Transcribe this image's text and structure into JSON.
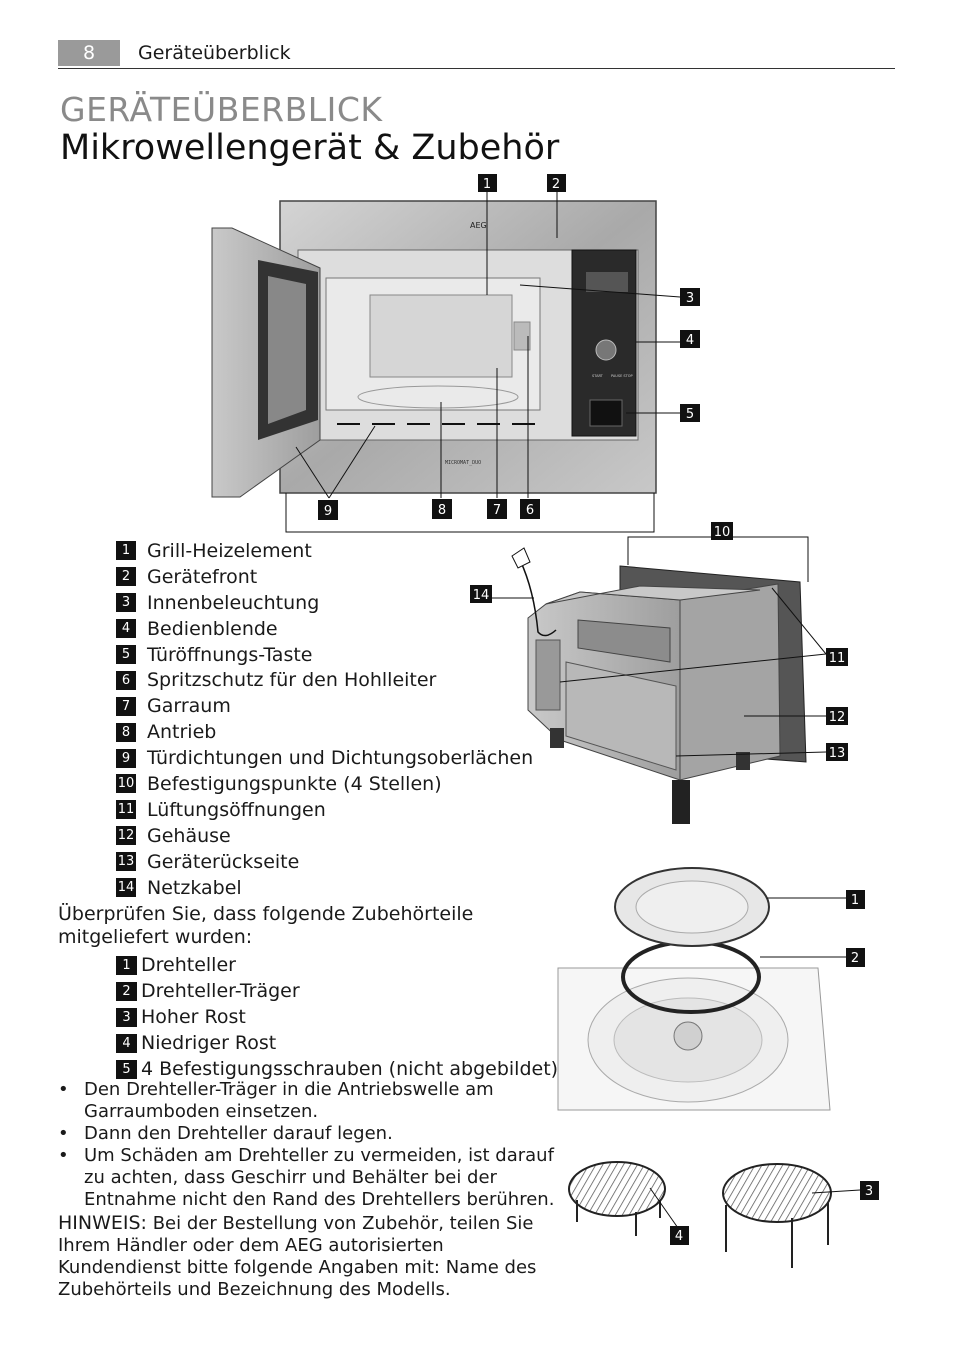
{
  "header": {
    "page_number": "8",
    "section": "Geräteüberblick"
  },
  "title": {
    "main": "GERÄTEÜBERBLICK",
    "sub": "Mikrowellengerät & Zubehör"
  },
  "device_legend": [
    {
      "num": "1",
      "label": "Grill-Heizelement"
    },
    {
      "num": "2",
      "label": "Gerätefront"
    },
    {
      "num": "3",
      "label": "Innenbeleuchtung"
    },
    {
      "num": "4",
      "label": "Bedienblende"
    },
    {
      "num": "5",
      "label": "Türöffnungs-Taste"
    },
    {
      "num": "6",
      "label": "Spritzschutz für den Hohlleiter"
    },
    {
      "num": "7",
      "label": "Garraum"
    },
    {
      "num": "8",
      "label": "Antrieb"
    },
    {
      "num": "9",
      "label": "Türdichtungen und Dichtungsoberlächen"
    },
    {
      "num": "10",
      "label": "Befestigungspunkte (4 Stellen)"
    },
    {
      "num": "11",
      "label": "Lüftungsöffnungen"
    },
    {
      "num": "12",
      "label": "Gehäuse"
    },
    {
      "num": "13",
      "label": "Geräterückseite"
    },
    {
      "num": "14",
      "label": "Netzkabel"
    }
  ],
  "accessories_intro": "Überprüfen Sie, dass folgende Zubehörteile mitgeliefert wurden:",
  "accessories": [
    {
      "num": "1",
      "label": "Drehteller"
    },
    {
      "num": "2",
      "label": "Drehteller-Träger"
    },
    {
      "num": "3",
      "label": "Hoher Rost"
    },
    {
      "num": "4",
      "label": "Niedriger Rost"
    },
    {
      "num": "5",
      "label": "4 Befestigungsschrauben (nicht abgebildet)"
    }
  ],
  "bullets": [
    "Den Drehteller-Träger in die Antriebswelle am Garraumboden einsetzen.",
    "Dann den Drehteller darauf legen.",
    "Um Schäden am Drehteller zu vermeiden, ist darauf zu achten, dass Geschirr und Behälter bei der Entnahme nicht den Rand des Drehtellers berühren."
  ],
  "note": {
    "label": "HINWEIS:",
    "text": " Bei der Bestellung von Zubehör, teilen Sie Ihrem Händler oder dem AEG autorisierten Kundendienst bitte folgende Angaben mit: Name des Zubehörteils und Bezeichnung des Modells."
  },
  "figure": {
    "brand": "AEG",
    "model_text": "MICROMAT_DUO",
    "panel_buttons": [
      "START",
      "PAUSE STOP"
    ],
    "front_callouts": [
      "1",
      "2",
      "3",
      "4",
      "5",
      "6",
      "7",
      "8",
      "9"
    ],
    "back_callouts": [
      "10",
      "11",
      "12",
      "13",
      "14"
    ],
    "accessory_callouts": [
      "1",
      "2",
      "3",
      "4"
    ]
  }
}
